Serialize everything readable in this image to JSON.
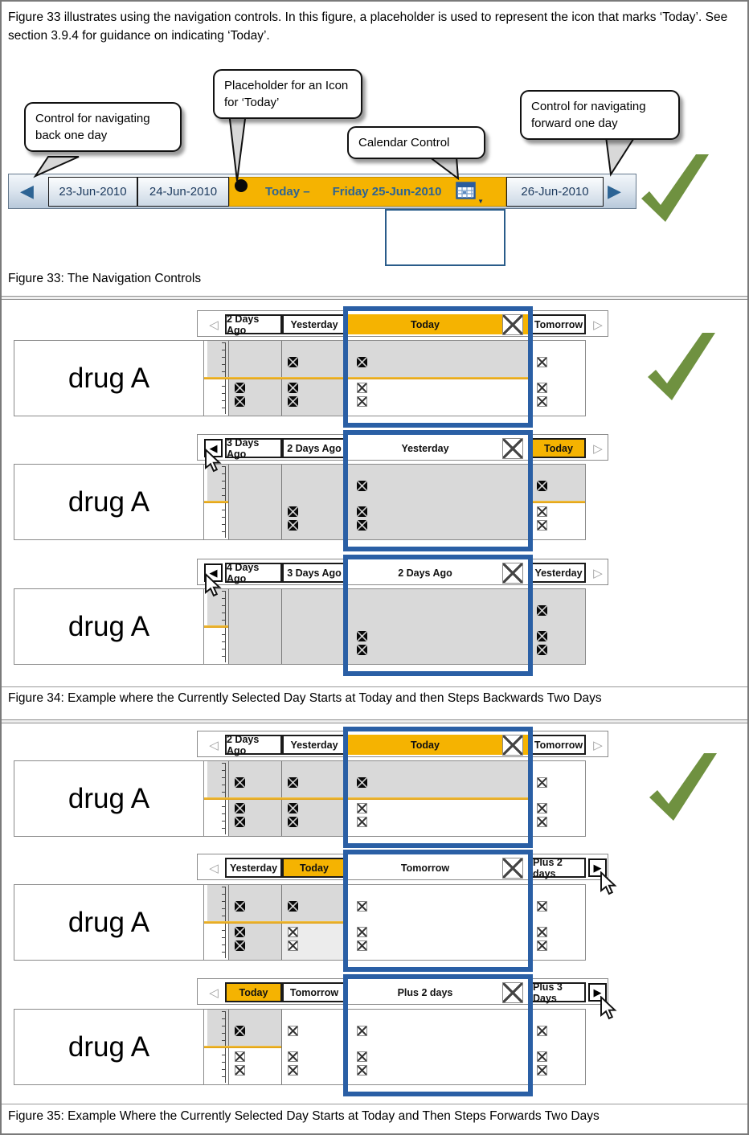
{
  "page": {
    "intro": "Figure 33 illustrates using the navigation controls. In this figure, a placeholder is used to represent the icon that marks ‘Today’. See section 3.9.4 for guidance on indicating ‘Today’.",
    "drug_label": "drug A"
  },
  "colors": {
    "accent_orange": "#F5B301",
    "selection_blue": "#2A5FA5",
    "check_green": "#6F9140",
    "nav_text_blue": "#2D6494",
    "past_gray": "#D9D9D9",
    "now_line_yellow": "#DD9B10"
  },
  "icons": {
    "back_arrow": "◀",
    "forward_arrow": "▶",
    "back_arrow_inactive": "◁",
    "forward_arrow_inactive": "▷",
    "calendar_dropdown": "▼"
  },
  "figure33": {
    "caption": "Figure 33: The Navigation Controls",
    "callouts": {
      "back": "Control for navigating back one day",
      "today_icon": "Placeholder for an Icon for ‘Today’",
      "calendar": "Calendar Control",
      "forward": "Control for navigating forward one day"
    },
    "nav": {
      "prev_dates": [
        "23-Jun-2010",
        "24-Jun-2010"
      ],
      "today_prefix": "Today –",
      "today_date": "Friday 25-Jun-2010",
      "next_date": "26-Jun-2010"
    }
  },
  "figure34": {
    "caption": "Figure 34: Example where the Currently Selected Day Starts at Today and then Steps Backwards Two Days",
    "rows": [
      {
        "labels": [
          "2 Days Ago",
          "Yesterday",
          "Today",
          "Tomorrow"
        ],
        "selected": "Today",
        "today_cell": "Today",
        "columns": [
          {
            "shade": "past",
            "top": [],
            "bottom": [
              "given",
              "given"
            ]
          },
          {
            "shade": "past",
            "top": [
              "given"
            ],
            "bottom": [
              "given",
              "given"
            ]
          },
          {
            "shade": "today",
            "top": [
              "given"
            ],
            "bottom": [
              "planned",
              "planned"
            ]
          },
          {
            "shade": "future",
            "top": [
              "planned"
            ],
            "bottom": [
              "planned",
              "planned"
            ]
          }
        ],
        "line": [
          [
            236,
            404
          ]
        ]
      },
      {
        "labels": [
          "3 Days Ago",
          "2 Days Ago",
          "Yesterday",
          "Today"
        ],
        "selected": "Yesterday",
        "today_cell": "Today",
        "columns": [
          {
            "shade": "past",
            "top": [],
            "bottom": []
          },
          {
            "shade": "past",
            "top": [],
            "bottom": [
              "given",
              "given"
            ]
          },
          {
            "shade": "past",
            "top": [
              "given"
            ],
            "bottom": [
              "given",
              "given"
            ]
          },
          {
            "shade": "today",
            "top": [
              "given"
            ],
            "bottom": [
              "planned",
              "planned"
            ]
          }
        ],
        "line": [
          [
            236,
            30
          ],
          [
            642,
            68
          ]
        ]
      },
      {
        "labels": [
          "4 Days Ago",
          "3 Days Ago",
          "2 Days Ago",
          "Yesterday"
        ],
        "selected": "2 Days Ago",
        "today_cell": null,
        "columns": [
          {
            "shade": "past",
            "top": [],
            "bottom": []
          },
          {
            "shade": "past",
            "top": [],
            "bottom": []
          },
          {
            "shade": "past",
            "top": [],
            "bottom": [
              "given",
              "given"
            ]
          },
          {
            "shade": "past",
            "top": [
              "given"
            ],
            "bottom": [
              "given",
              "given"
            ]
          }
        ],
        "line": [
          [
            236,
            30
          ]
        ]
      }
    ]
  },
  "figure35": {
    "caption": "Figure 35: Example Where the Currently Selected Day Starts at Today and Then Steps Forwards Two Days",
    "rows": [
      {
        "labels": [
          "2 Days Ago",
          "Yesterday",
          "Today",
          "Tomorrow"
        ],
        "selected": "Today",
        "today_cell": "Today",
        "columns": [
          {
            "shade": "past",
            "top": [
              "given"
            ],
            "bottom": [
              "given",
              "given"
            ]
          },
          {
            "shade": "past",
            "top": [
              "given"
            ],
            "bottom": [
              "given",
              "given"
            ]
          },
          {
            "shade": "today",
            "top": [
              "given"
            ],
            "bottom": [
              "planned",
              "planned"
            ]
          },
          {
            "shade": "future",
            "top": [
              "planned"
            ],
            "bottom": [
              "planned",
              "planned"
            ]
          }
        ],
        "line": [
          [
            236,
            404
          ]
        ]
      },
      {
        "labels": [
          "Yesterday",
          "Today",
          "Tomorrow",
          "Plus 2 days"
        ],
        "selected": "Tomorrow",
        "today_cell": "Today",
        "columns": [
          {
            "shade": "past",
            "top": [
              "given"
            ],
            "bottom": [
              "given",
              "given"
            ]
          },
          {
            "shade": "today",
            "dim": true,
            "top": [
              "given"
            ],
            "bottom": [
              "planned",
              "planned"
            ]
          },
          {
            "shade": "future",
            "top": [
              "planned"
            ],
            "bottom": [
              "planned",
              "planned"
            ]
          },
          {
            "shade": "future",
            "top": [
              "planned"
            ],
            "bottom": [
              "planned",
              "planned"
            ]
          }
        ],
        "line": [
          [
            236,
            176
          ]
        ]
      },
      {
        "labels": [
          "Today",
          "Tomorrow",
          "Plus 2 days",
          "Plus 3 Days"
        ],
        "selected": "Plus 2 days",
        "today_cell": "Today",
        "columns": [
          {
            "shade": "today",
            "top": [
              "given"
            ],
            "bottom": [
              "planned",
              "planned"
            ]
          },
          {
            "shade": "future",
            "top": [
              "planned"
            ],
            "bottom": [
              "planned",
              "planned"
            ]
          },
          {
            "shade": "future",
            "top": [
              "planned"
            ],
            "bottom": [
              "planned",
              "planned"
            ]
          },
          {
            "shade": "future",
            "top": [
              "planned"
            ],
            "bottom": [
              "planned",
              "planned"
            ]
          }
        ],
        "line": [
          [
            236,
            96
          ]
        ]
      }
    ]
  }
}
